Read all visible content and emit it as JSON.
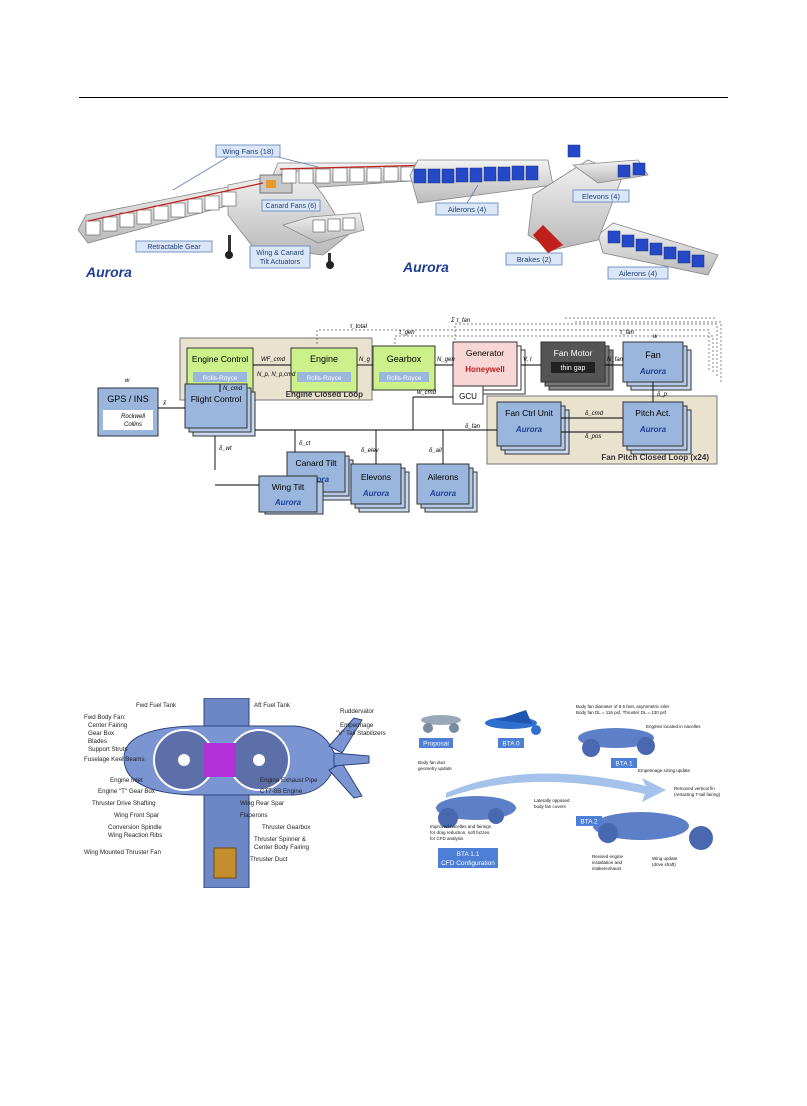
{
  "header_rule": true,
  "figure1": {
    "left_labels": {
      "wing_fans": "Wing Fans (18)",
      "canard_fans": "Canard Fans (6)",
      "retractable_gear": "Retractable Gear",
      "tilt_actuators_1": "Wing & Canard",
      "tilt_actuators_2": "Tilt Actuators",
      "logo": "Aurora"
    },
    "right_labels": {
      "ailerons_top": "Ailerons (4)",
      "elevons": "Elevons (4)",
      "brakes": "Brakes (2)",
      "ailerons_bottom": "Ailerons (4)",
      "logo": "Aurora"
    }
  },
  "figure2": {
    "blocks": {
      "gps": "GPS / INS",
      "rockwell_1": "Rockwell",
      "rockwell_2": "Collins",
      "flight_control": "Flight Control",
      "engine_control": "Engine Control",
      "rolls_royce_1": "Rolls-Royce",
      "engine": "Engine",
      "rolls_royce_2": "Rolls-Royce",
      "engine_loop": "Engine Closed Loop",
      "gearbox": "Gearbox",
      "rolls_royce_3": "Rolls-Royce",
      "generator": "Generator",
      "honeywell": "Honeywell",
      "gcu": "GCU",
      "fan_motor": "Fan Motor",
      "thin_gap": "thin gap",
      "fan": "Fan",
      "fan_ctrl": "Fan Ctrl Unit",
      "pitch_act": "Pitch Act.",
      "fan_pitch_loop": "Fan Pitch Closed Loop (x24)",
      "canard_tilt": "Canard Tilt",
      "wing_tilt": "Wing Tilt",
      "elevons": "Elevons",
      "ailerons": "Ailerons",
      "aurora": "Aurora"
    },
    "signals": {
      "x_hat": "x̂",
      "w1": "w",
      "w2": "w",
      "n_cmd": "N_cmd",
      "wf": "WF_cmd",
      "np": "N_p, N_p,cmd",
      "ng": "N_g",
      "tau_total": "τ_total",
      "tau_gen": "τ_gen",
      "sum_tau": "Σ τ_fan",
      "ngen": "N_gen",
      "vi": "V, I",
      "nfan": "N_fan",
      "tau_fan": "τ_fan",
      "wcmd": "w_cmd",
      "delta_fan": "δ_fan",
      "delta_cmd": "δ_cmd",
      "delta_pos": "δ_pos",
      "delta_p": "δ_p",
      "delta_wt": "δ_wt",
      "delta_ct": "δ_ct",
      "delta_elev": "δ_elev",
      "delta_ail": "δ_ail"
    }
  },
  "figure3": {
    "labels_left": {
      "fwd_fuel": "Fwd Fuel Tank",
      "fwd_fan_1": "Fwd Body Fan:",
      "fwd_fan_2": "Center Fairing",
      "gear_box": "Gear Box",
      "blades": "Blades",
      "support_struts": "Support Struts",
      "keel_beams": "Fuselage Keel Beams",
      "engine_inlet": "Engine Inlet",
      "t_gear_box": "Engine \"T\" Gear Box",
      "thruster_drive": "Thruster Drive Shafting",
      "wing_front_spar": "Wing Front Spar",
      "conv_spindle_1": "Conversion Spindle",
      "conv_spindle_2": "Wing Reaction Ribs",
      "wing_thruster": "Wing Mounted Thruster Fan"
    },
    "labels_right": {
      "aft_fuel": "Aft Fuel Tank",
      "ruddervator": "Ruddervator",
      "empennage_1": "Empennage",
      "empennage_2": "\"V\" Tail Stabilizers",
      "exhaust": "Engine Exhaust Pipe",
      "ct7": "CT7-8B Engine",
      "rear_spar": "Wing Rear Spar",
      "flaperons": "Flaperons",
      "thruster_gearbox": "Thruster Gearbox",
      "spinner_1": "Thruster Spinner &",
      "spinner_2": "Center Body Fairing",
      "thruster_duct": "Thruster Duct"
    }
  },
  "figure4": {
    "proposal": "Proposal",
    "bta0": "BTA 0",
    "bta1": "BTA 1",
    "bta11_1": "BTA 1.1",
    "bta11_2": "CFD Configuration",
    "bta2": "BTA 2",
    "note_top_1": "Body fan diameter of 8.5 feet, asymmetric inlet",
    "note_top_2": "Body fan DL = 116 psf, Thruster DL = 130 psf",
    "note_engines": "Engines located in nacelles",
    "note_body_fan_1": "Body fan duct",
    "note_body_fan_2": "geometry update",
    "note_empennage": "Empennage sizing update",
    "note_vertical_1": "Removed vertical fin",
    "note_vertical_2": "(retracting T-tail fairing)",
    "note_improved_1": "Improved nacelles and fairings",
    "note_improved_2": "for drag reduction, soft fuzzes",
    "note_improved_3": "for CFD analysis",
    "note_lateral_1": "Laterally opposed",
    "note_lateral_2": "body fan covers",
    "note_engine_1": "Revised engine",
    "note_engine_2": "installation and",
    "note_engine_3": "intake/exhaust",
    "note_wing_1": "Wing update",
    "note_wing_2": "(drive shaft)"
  },
  "colors": {
    "label_box_bg": "#dbe7f6",
    "label_box_border": "#5b7fb8",
    "block_blue": "#9ab6dc",
    "block_green": "#ccf08a",
    "block_gray": "#555555",
    "loop_bg": "#e9e2cf",
    "aircraft_blue": "#3c6fc4",
    "fan_blue": "#2548c9",
    "red": "#c0201c"
  }
}
